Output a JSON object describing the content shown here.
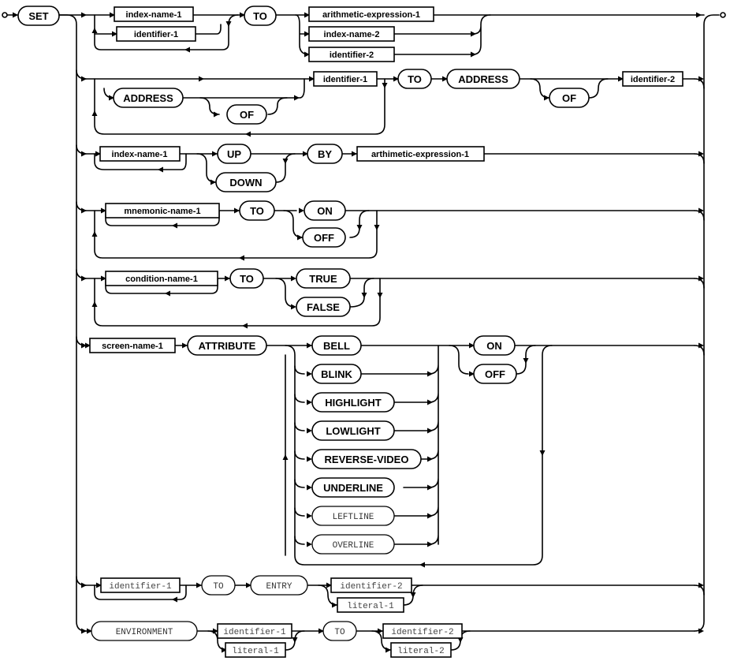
{
  "set_keyword": "SET",
  "section1": {
    "index_name_1": "index-name-1",
    "identifier_1": "identifier-1",
    "to": "TO",
    "arith_expr_1": "arithmetic-expression-1",
    "index_name_2": "index-name-2",
    "identifier_2": "identifier-2"
  },
  "section2": {
    "address": "ADDRESS",
    "of": "OF",
    "identifier_1": "identifier-1",
    "to": "TO",
    "address2": "ADDRESS",
    "of2": "OF",
    "identifier_2": "identifier-2"
  },
  "section3": {
    "index_name_1": "index-name-1",
    "up": "UP",
    "down": "DOWN",
    "by": "BY",
    "arith_expr_1": "arthimetic-expression-1"
  },
  "section4": {
    "mnemonic_name_1": "mnemonic-name-1",
    "to": "TO",
    "on": "ON",
    "off": "OFF"
  },
  "section5": {
    "condition_name_1": "condition-name-1",
    "to": "TO",
    "true": "TRUE",
    "false": "FALSE"
  },
  "section6": {
    "screen_name_1": "screen-name-1",
    "attribute": "ATTRIBUTE",
    "attributes": [
      "BELL",
      "BLINK",
      "HIGHLIGHT",
      "LOWLIGHT",
      "REVERSE-VIDEO",
      "UNDERLINE",
      "LEFTLINE",
      "OVERLINE"
    ],
    "on": "ON",
    "off": "OFF"
  },
  "section7": {
    "identifier_1": "identifier-1",
    "to": "TO",
    "entry": "ENTRY",
    "identifier_2": "identifier-2",
    "literal_1": "literal-1"
  },
  "section8": {
    "environment": "ENVIRONMENT",
    "identifier_1": "identifier-1",
    "literal_1": "literal-1",
    "to": "TO",
    "identifier_2": "identifier-2",
    "literal_2": "literal-2"
  }
}
